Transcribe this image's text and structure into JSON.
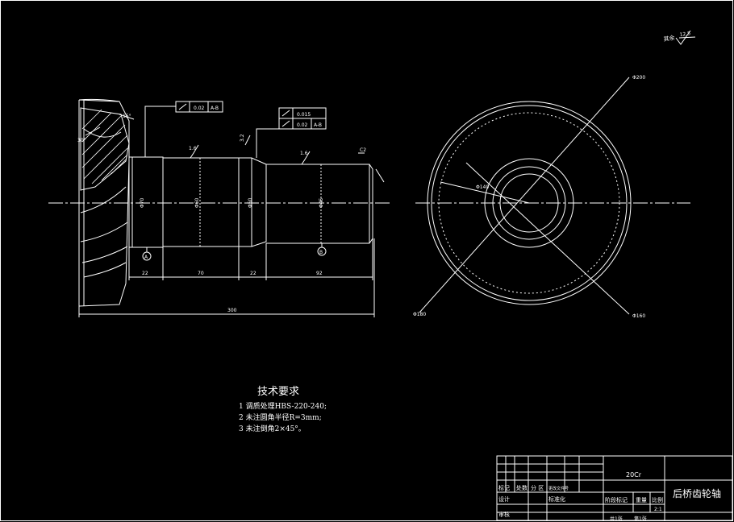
{
  "drawing": {
    "title": "后桥齿轮轴",
    "material": "20Cr",
    "scale": "2:1",
    "surface_finish_note": "其余",
    "surface_finish_value": "12.5"
  },
  "tech_requirements": {
    "heading": "技术要求",
    "items": [
      "1  调质处理HBS-220-240;",
      "2  未注圆角半径R=3mm;",
      "3  未注倒角2×45°。"
    ]
  },
  "title_block": {
    "labels": {
      "revision_marks": "标记",
      "zones": "处数",
      "division": "分  区",
      "change_doc_no": "更改文件号",
      "design": "设计",
      "standardization": "标准化",
      "stage_marks": "阶段标记",
      "weight": "重量",
      "scale": "比例",
      "drafting": "审核"
    },
    "bottom_row": [
      "共1张",
      "第1张"
    ]
  },
  "dimensions": {
    "overall_length": "300",
    "segment_lengths": [
      "22",
      "70",
      "22",
      "92"
    ],
    "diameters": [
      "Φ70",
      "Φ60",
      "Φ50",
      "Φ45"
    ],
    "leaders": [
      "Φ200",
      "Φ180",
      "Φ160",
      "Φ140"
    ],
    "gdt_top": [
      "0.02",
      "A-B"
    ],
    "gdt_mid": [
      "0.015",
      "0.02",
      "A-B"
    ],
    "datum_labels": [
      "A",
      "B"
    ],
    "angles": [
      "15°",
      "30°"
    ],
    "roughness_marks": [
      "1.6",
      "1.6",
      "3.2"
    ],
    "chamfer": "C2"
  }
}
